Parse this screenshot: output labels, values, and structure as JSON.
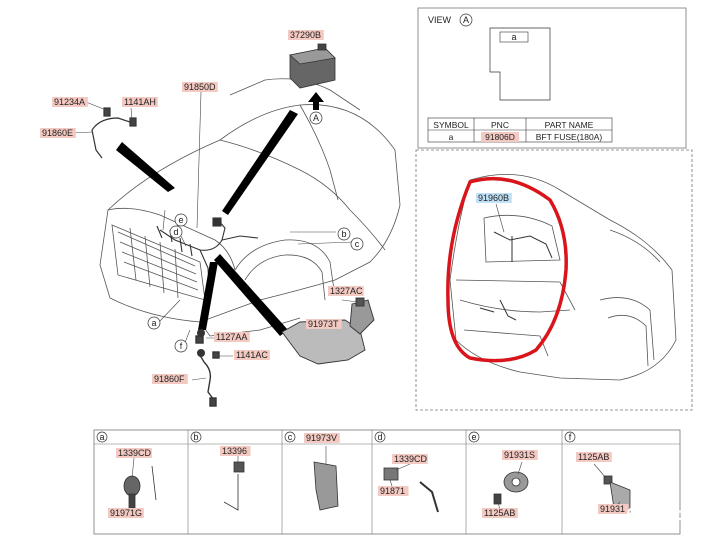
{
  "colors": {
    "label_highlight": "#f3c9c2",
    "label_blue_highlight": "#bfe0f5",
    "red_outline": "#d9141b",
    "line": "#333333",
    "callout_black": "#000000"
  },
  "main_labels": [
    {
      "id": "37290B",
      "text": "37290B",
      "hl": "pink"
    },
    {
      "id": "91234A",
      "text": "91234A",
      "hl": "pink"
    },
    {
      "id": "1141AH",
      "text": "1141AH",
      "hl": "pink"
    },
    {
      "id": "91850D",
      "text": "91850D",
      "hl": "pink"
    },
    {
      "id": "91860E",
      "text": "91860E",
      "hl": "pink"
    },
    {
      "id": "1327AC",
      "text": "1327AC",
      "hl": "pink"
    },
    {
      "id": "91973T",
      "text": "91973T",
      "hl": "pink"
    },
    {
      "id": "1127AA",
      "text": "1127AA",
      "hl": "pink"
    },
    {
      "id": "1141AC",
      "text": "1141AC",
      "hl": "pink"
    },
    {
      "id": "91860F",
      "text": "91860F",
      "hl": "pink"
    },
    {
      "id": "91960B",
      "text": "91960B",
      "hl": "blue"
    }
  ],
  "circle_refs": [
    "A",
    "a",
    "b",
    "c",
    "d",
    "e",
    "f"
  ],
  "view_box": {
    "title": "VIEW",
    "circle": "A",
    "box_letter": "a",
    "table": {
      "headers": [
        "SYMBOL",
        "PNC",
        "PART NAME"
      ],
      "row": [
        "a",
        "91806D",
        "BFT FUSE(180A)"
      ]
    }
  },
  "bottom_panels": [
    {
      "letter": "a",
      "labels": [
        "1339CD",
        "91971G"
      ]
    },
    {
      "letter": "b",
      "labels": [
        "13396"
      ]
    },
    {
      "letter": "c",
      "labels": [
        "91973V"
      ]
    },
    {
      "letter": "d",
      "labels": [
        "1339CD",
        "91871"
      ]
    },
    {
      "letter": "e",
      "labels": [
        "91931S",
        "1125AB"
      ]
    },
    {
      "letter": "f",
      "labels": [
        "1125AB",
        "91931"
      ]
    }
  ],
  "watermark": "Avito"
}
